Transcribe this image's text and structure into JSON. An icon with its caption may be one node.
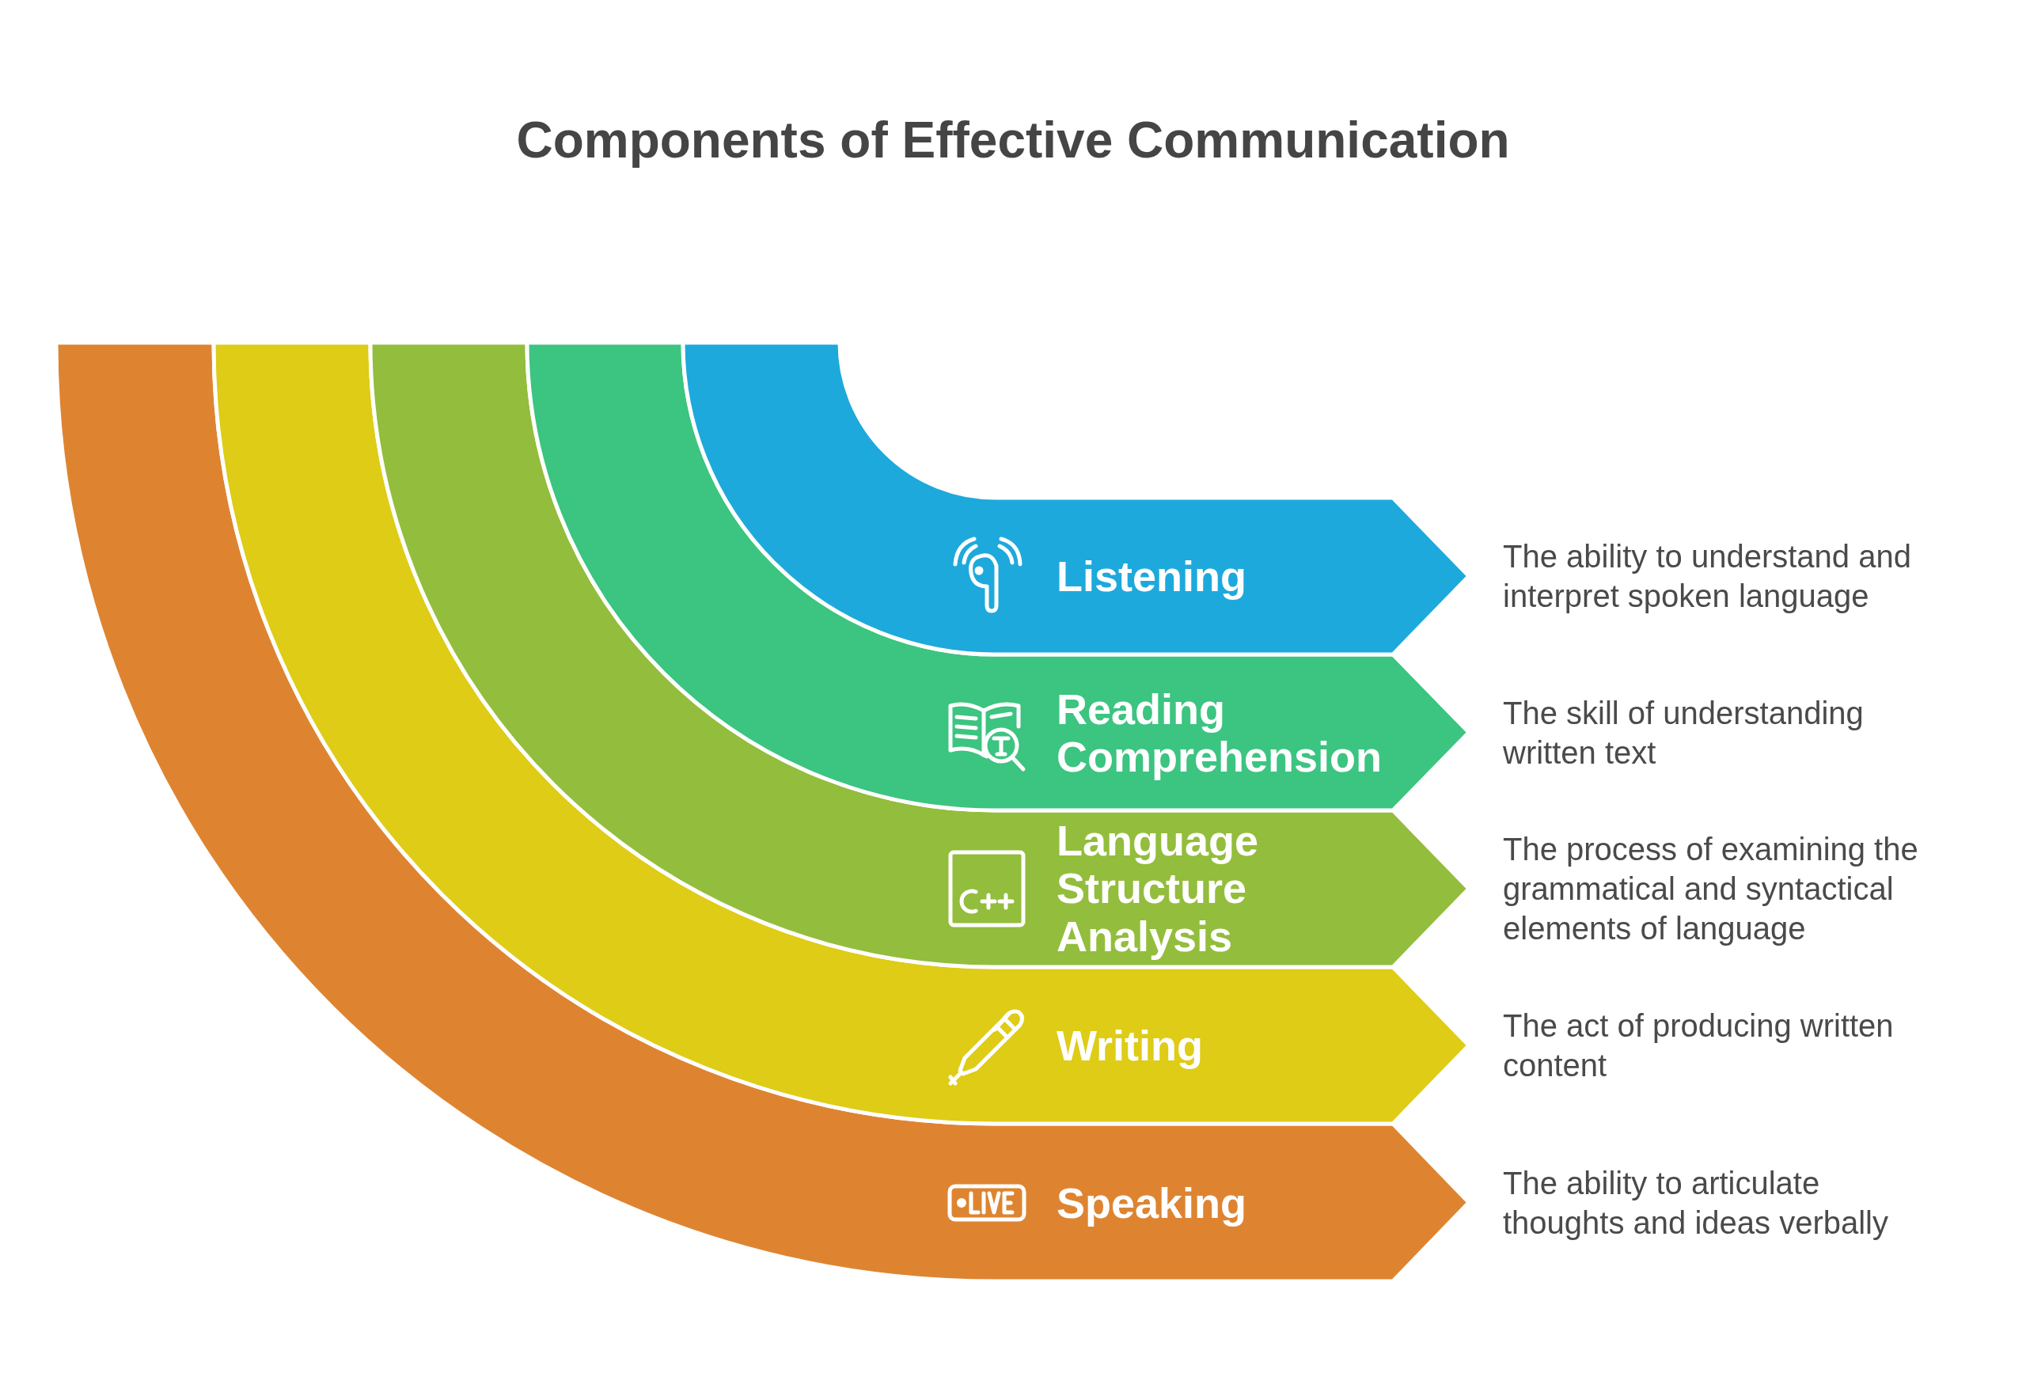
{
  "diagram": {
    "title": "Components of Effective Communication",
    "nodes": [
      {
        "text": [
          "Listening"
        ],
        "beside": [
          "The ability to understand and interpret spoken language"
        ]
      },
      {
        "text": [
          "Reading Comprehension"
        ],
        "beside": [
          "The skill of understanding written text"
        ]
      },
      {
        "text": [
          "Language Structure Analysis"
        ],
        "beside": [
          "The process of examining the grammatical and syntactical elements of language"
        ]
      },
      {
        "text": [
          "Writing"
        ],
        "beside": [
          "The act of producing written content"
        ]
      },
      {
        "text": [
          "Speaking"
        ],
        "beside": [
          "The ability to articulate thoughts and ideas verbally"
        ]
      }
    ]
  }
}
